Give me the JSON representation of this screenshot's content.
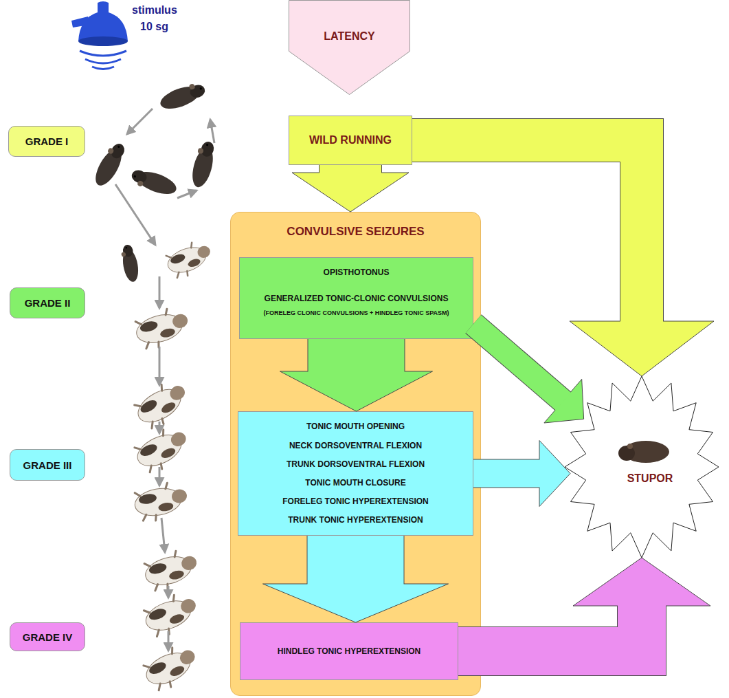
{
  "diagram": {
    "nodes": [
      {
        "text": [
          "LATENCY"
        ]
      },
      {
        "text": [
          "GRADE I"
        ]
      },
      {
        "text": [
          "WILD RUNNING"
        ]
      },
      {
        "text": [
          "CONVULSIVE SEIZURES"
        ]
      },
      {
        "text": [
          "OPISTHOTONUS",
          "GENERALIZED TONIC-CLONIC CONVULSIONS",
          "(FORELEG CLONIC CONVULSIONS + HINDLEG TONIC SPASM)"
        ],
        "in": 3
      },
      {
        "text": [
          "TONIC MOUTH OPENING",
          "NECK DORSOVENTRAL FLEXION",
          "TRUNK DORSOVENTRAL FLEXION",
          "TONIC MOUTH CLOSURE",
          "FORELEG TONIC HYPEREXTENSION",
          "TRUNK TONIC HYPEREXTENSION"
        ],
        "in": 3
      },
      {
        "text": [
          "HINDLEG TONIC HYPEREXTENSION"
        ],
        "in": 3
      },
      {
        "text": [
          "GRADE II"
        ]
      },
      {
        "text": [
          "GRADE III"
        ]
      },
      {
        "text": [
          "GRADE IV"
        ]
      },
      {
        "text": [
          "STUPOR"
        ]
      }
    ],
    "edges": [
      {
        "from": 2,
        "to": 3,
        "arrow": "to"
      },
      {
        "from": 2,
        "to": 10,
        "arrow": "to"
      },
      {
        "from": 4,
        "to": 5,
        "arrow": "to"
      },
      {
        "from": 4,
        "to": 10,
        "arrow": "to"
      },
      {
        "from": 5,
        "to": 6,
        "arrow": "to"
      },
      {
        "from": 5,
        "to": 10,
        "arrow": "to"
      },
      {
        "from": 6,
        "to": 10,
        "arrow": "to"
      }
    ],
    "labels": [
      "stimulus",
      "10 sg"
    ]
  }
}
